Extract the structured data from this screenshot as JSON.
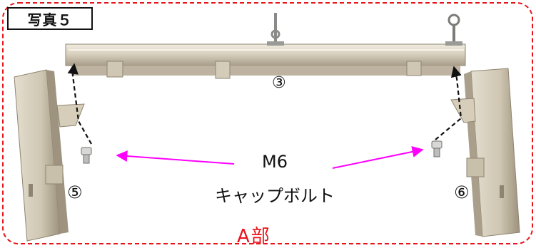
{
  "photo_label": "写真５",
  "callout_3": "③",
  "callout_5": "⑤",
  "callout_6": "⑥",
  "bolt_size": "M6",
  "bolt_name": "キャップボルト",
  "section_label": "A部",
  "colors": {
    "frame_dash": "#e8141c",
    "arrow": "#ff00ff",
    "section_text": "#e8141c",
    "metal": "#d8d0bf"
  }
}
